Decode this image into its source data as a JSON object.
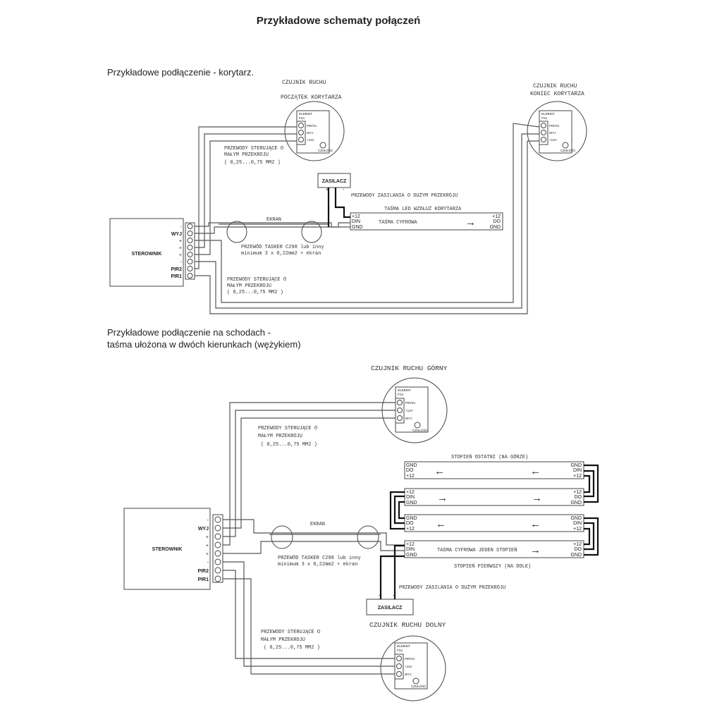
{
  "title": "Przykładowe schematy połączeń",
  "section1": {
    "heading": "Przykładowe podłączenie - korytarz.",
    "sensor_start": {
      "line1": "CZUJNIK RUCHU",
      "line2": "POCZĄTEK KORYTARZA"
    },
    "sensor_end": {
      "line1": "CZUJNIK RUCHU",
      "line2": "KONIEC KORYTARZA"
    },
    "control_wires_top": {
      "line1": "PRZEWODY STERUJĄCE O",
      "line2": "MAŁYM PRZEKROJU",
      "line3": "( 0,25...0,75 MM2 )"
    },
    "control_wires_bottom": {
      "line1": "PRZEWODY STERUJĄCE O",
      "line2": "MAŁYM PRZEKROJU",
      "line3": "( 0,25...0,75 MM2 )"
    },
    "psu": "ZASILACZ",
    "psu_wires": "PRZEWODY ZASILANIA O DUŻYM PRZEKROJU",
    "strip_caption": "TAŚMA LED WZDŁUŻ KORYTARZA",
    "strip_label": "TAŚMA CYFROWA",
    "screen": "EKRAN",
    "cable": {
      "line1": "PRZEWÓD TASKER C298 lub inny",
      "line2": "minimum 3 x 0,22mm2 + ekran"
    },
    "controller": "STEROWNIK"
  },
  "section2": {
    "heading_line1": "Przykładowe podłączenie na schodach -",
    "heading_line2": "taśma ułożona w dwóch kierunkach (wężykiem)",
    "sensor_top": "CZUJNIK RUCHU GÓRNY",
    "sensor_bottom": "CZUJNIK RUCHU DOLNY",
    "control_wires_top": {
      "line1": "PRZEWODY STERUJĄCE O",
      "line2": "MAŁYM PRZEKROJU",
      "line3": "( 0,25...0,75 MM2 )"
    },
    "control_wires_bottom": {
      "line1": "PRZEWODY STERUJĄCE O",
      "line2": "MAŁYM PRZEKROJU",
      "line3": "( 0,25...0,75 MM2 )"
    },
    "step_last": "STOPIEŃ OSTATNI (NA GÓRZE)",
    "step_first": "STOPIEŃ PIERWSZY (NA DOLE)",
    "strip_label": "TAŚMA CYFROWA JEDEN STOPIEŃ",
    "screen": "EKRAN",
    "cable": {
      "line1": "PRZEWÓD TASKER C298 lub inny",
      "line2": "minimum 3 x 0,22mm2 + ekran"
    },
    "psu": "ZASILACZ",
    "psu_wires": "PRZEWODY ZASILANIA O DUŻYM PRZEKROJU",
    "controller": "STEROWNIK"
  },
  "controller_terminals": {
    "wyj": "WYJ",
    "plus": "+",
    "minus": "-",
    "pir2": "PIR2",
    "pir1": "PIR1"
  },
  "sensor_module": {
    "brand": "ELEBINT",
    "model": "FS1",
    "pin_pir": "PIR/S1",
    "pin_wyj": "WYJ",
    "pin_12v": "+12V",
    "knob": "CZUŁOŚĆ"
  },
  "pins": {
    "p12": "+12",
    "din": "DIN",
    "do": "DO",
    "gnd": "GND"
  },
  "symbols": {
    "plus": "+",
    "minus": "-",
    "arrow_right": "→",
    "arrow_left": "←"
  }
}
